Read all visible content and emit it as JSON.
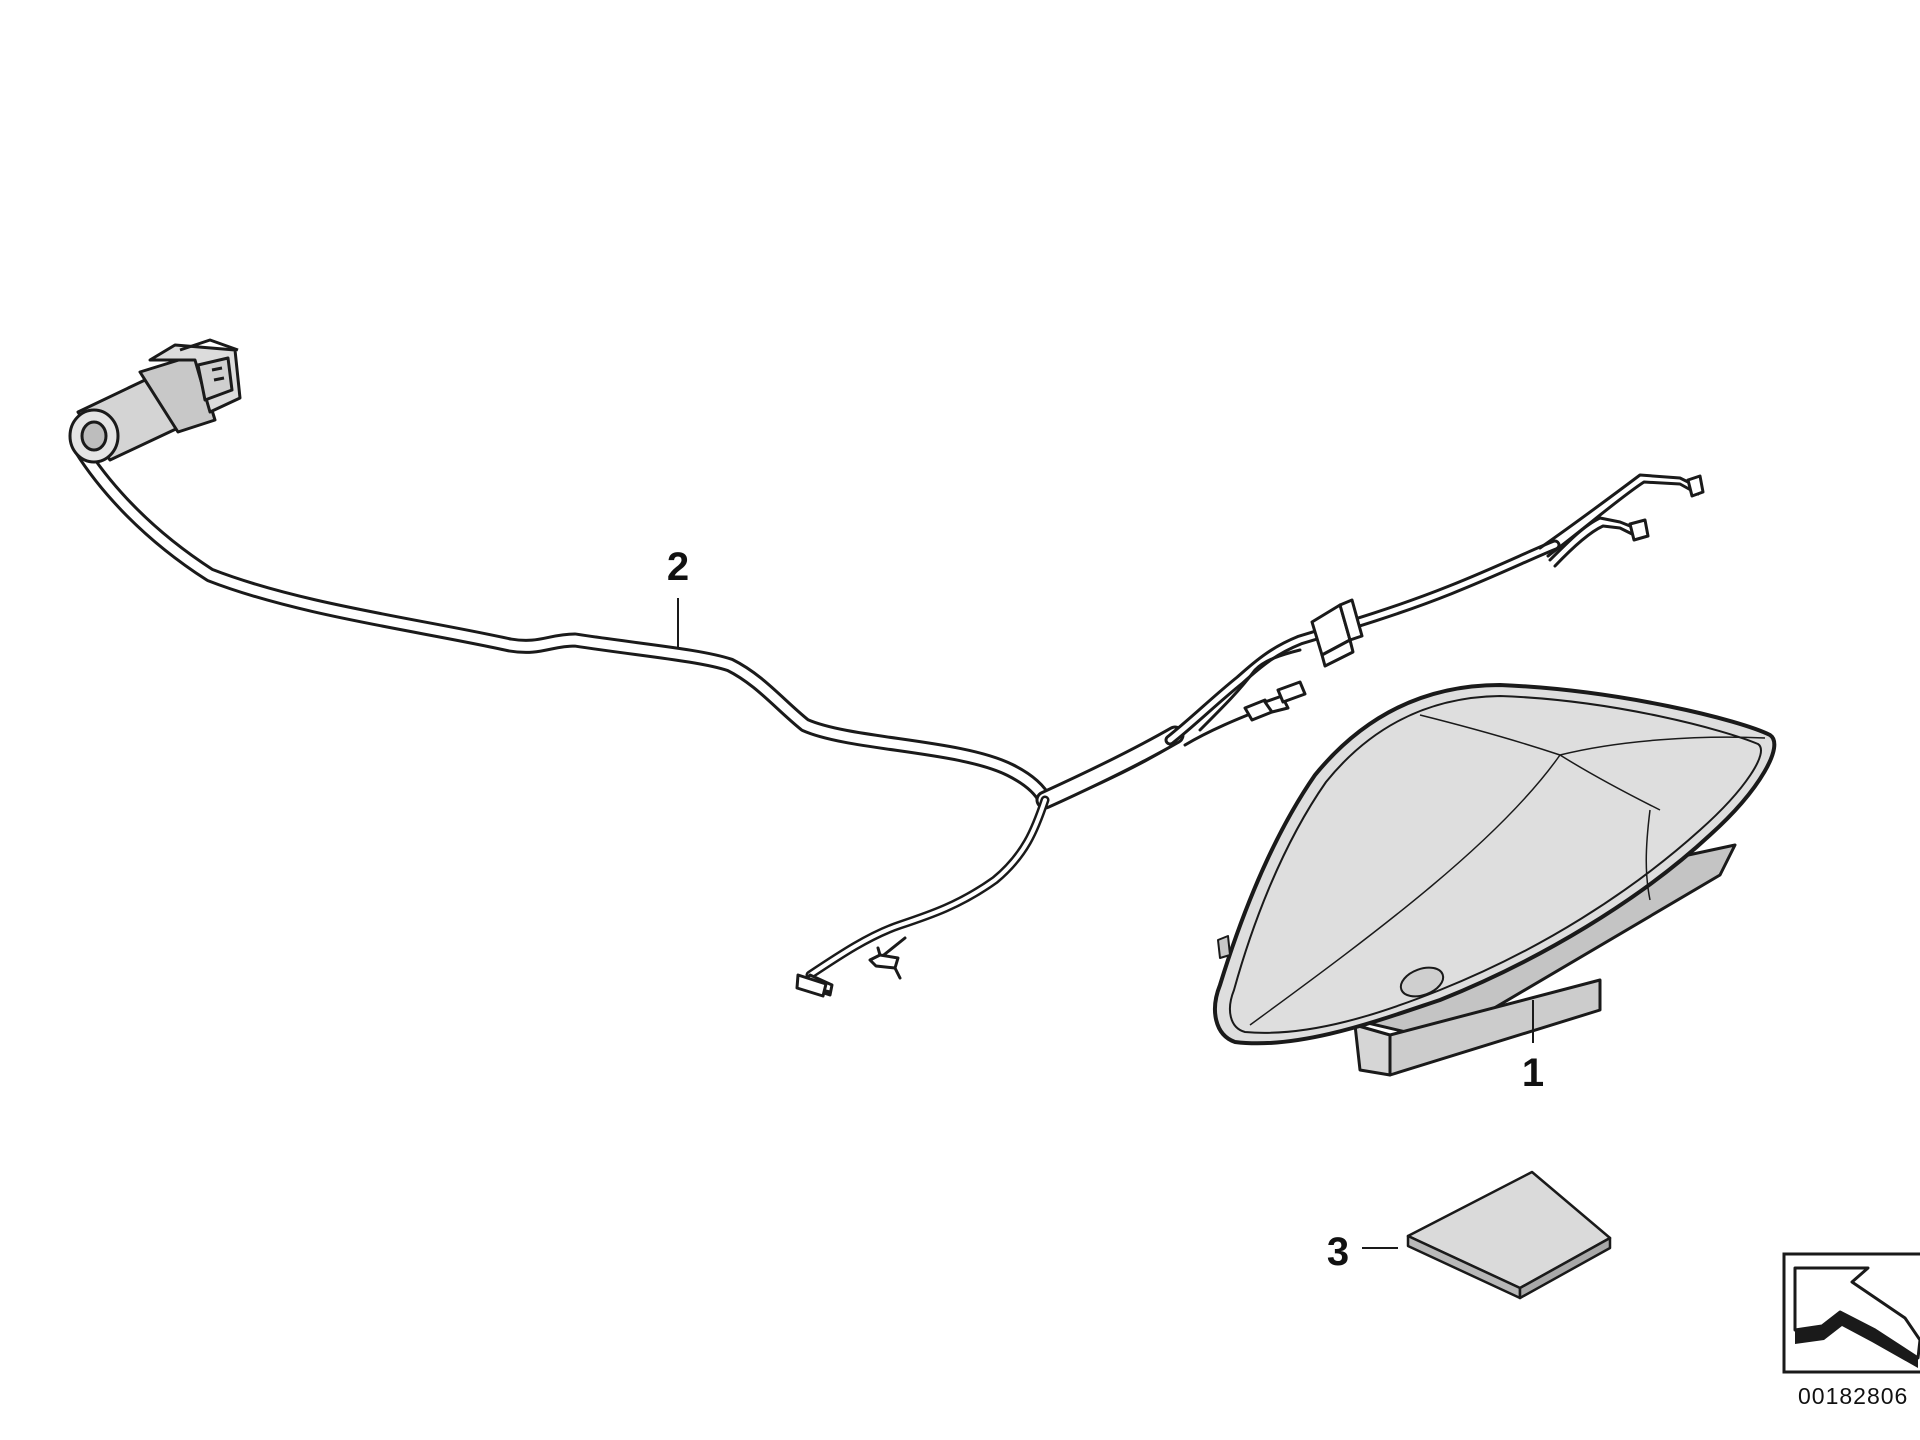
{
  "diagram": {
    "callouts": {
      "part_1": "1",
      "part_2": "2",
      "part_3": "3"
    },
    "reference_code": "00182806",
    "colors": {
      "line": "#1a1a1a",
      "lamp_fill": "#dcdcdc",
      "lamp_shade": "#c4c4c4",
      "background": "#ffffff"
    },
    "icons": {
      "orientation": "direction-arrow-icon"
    }
  }
}
